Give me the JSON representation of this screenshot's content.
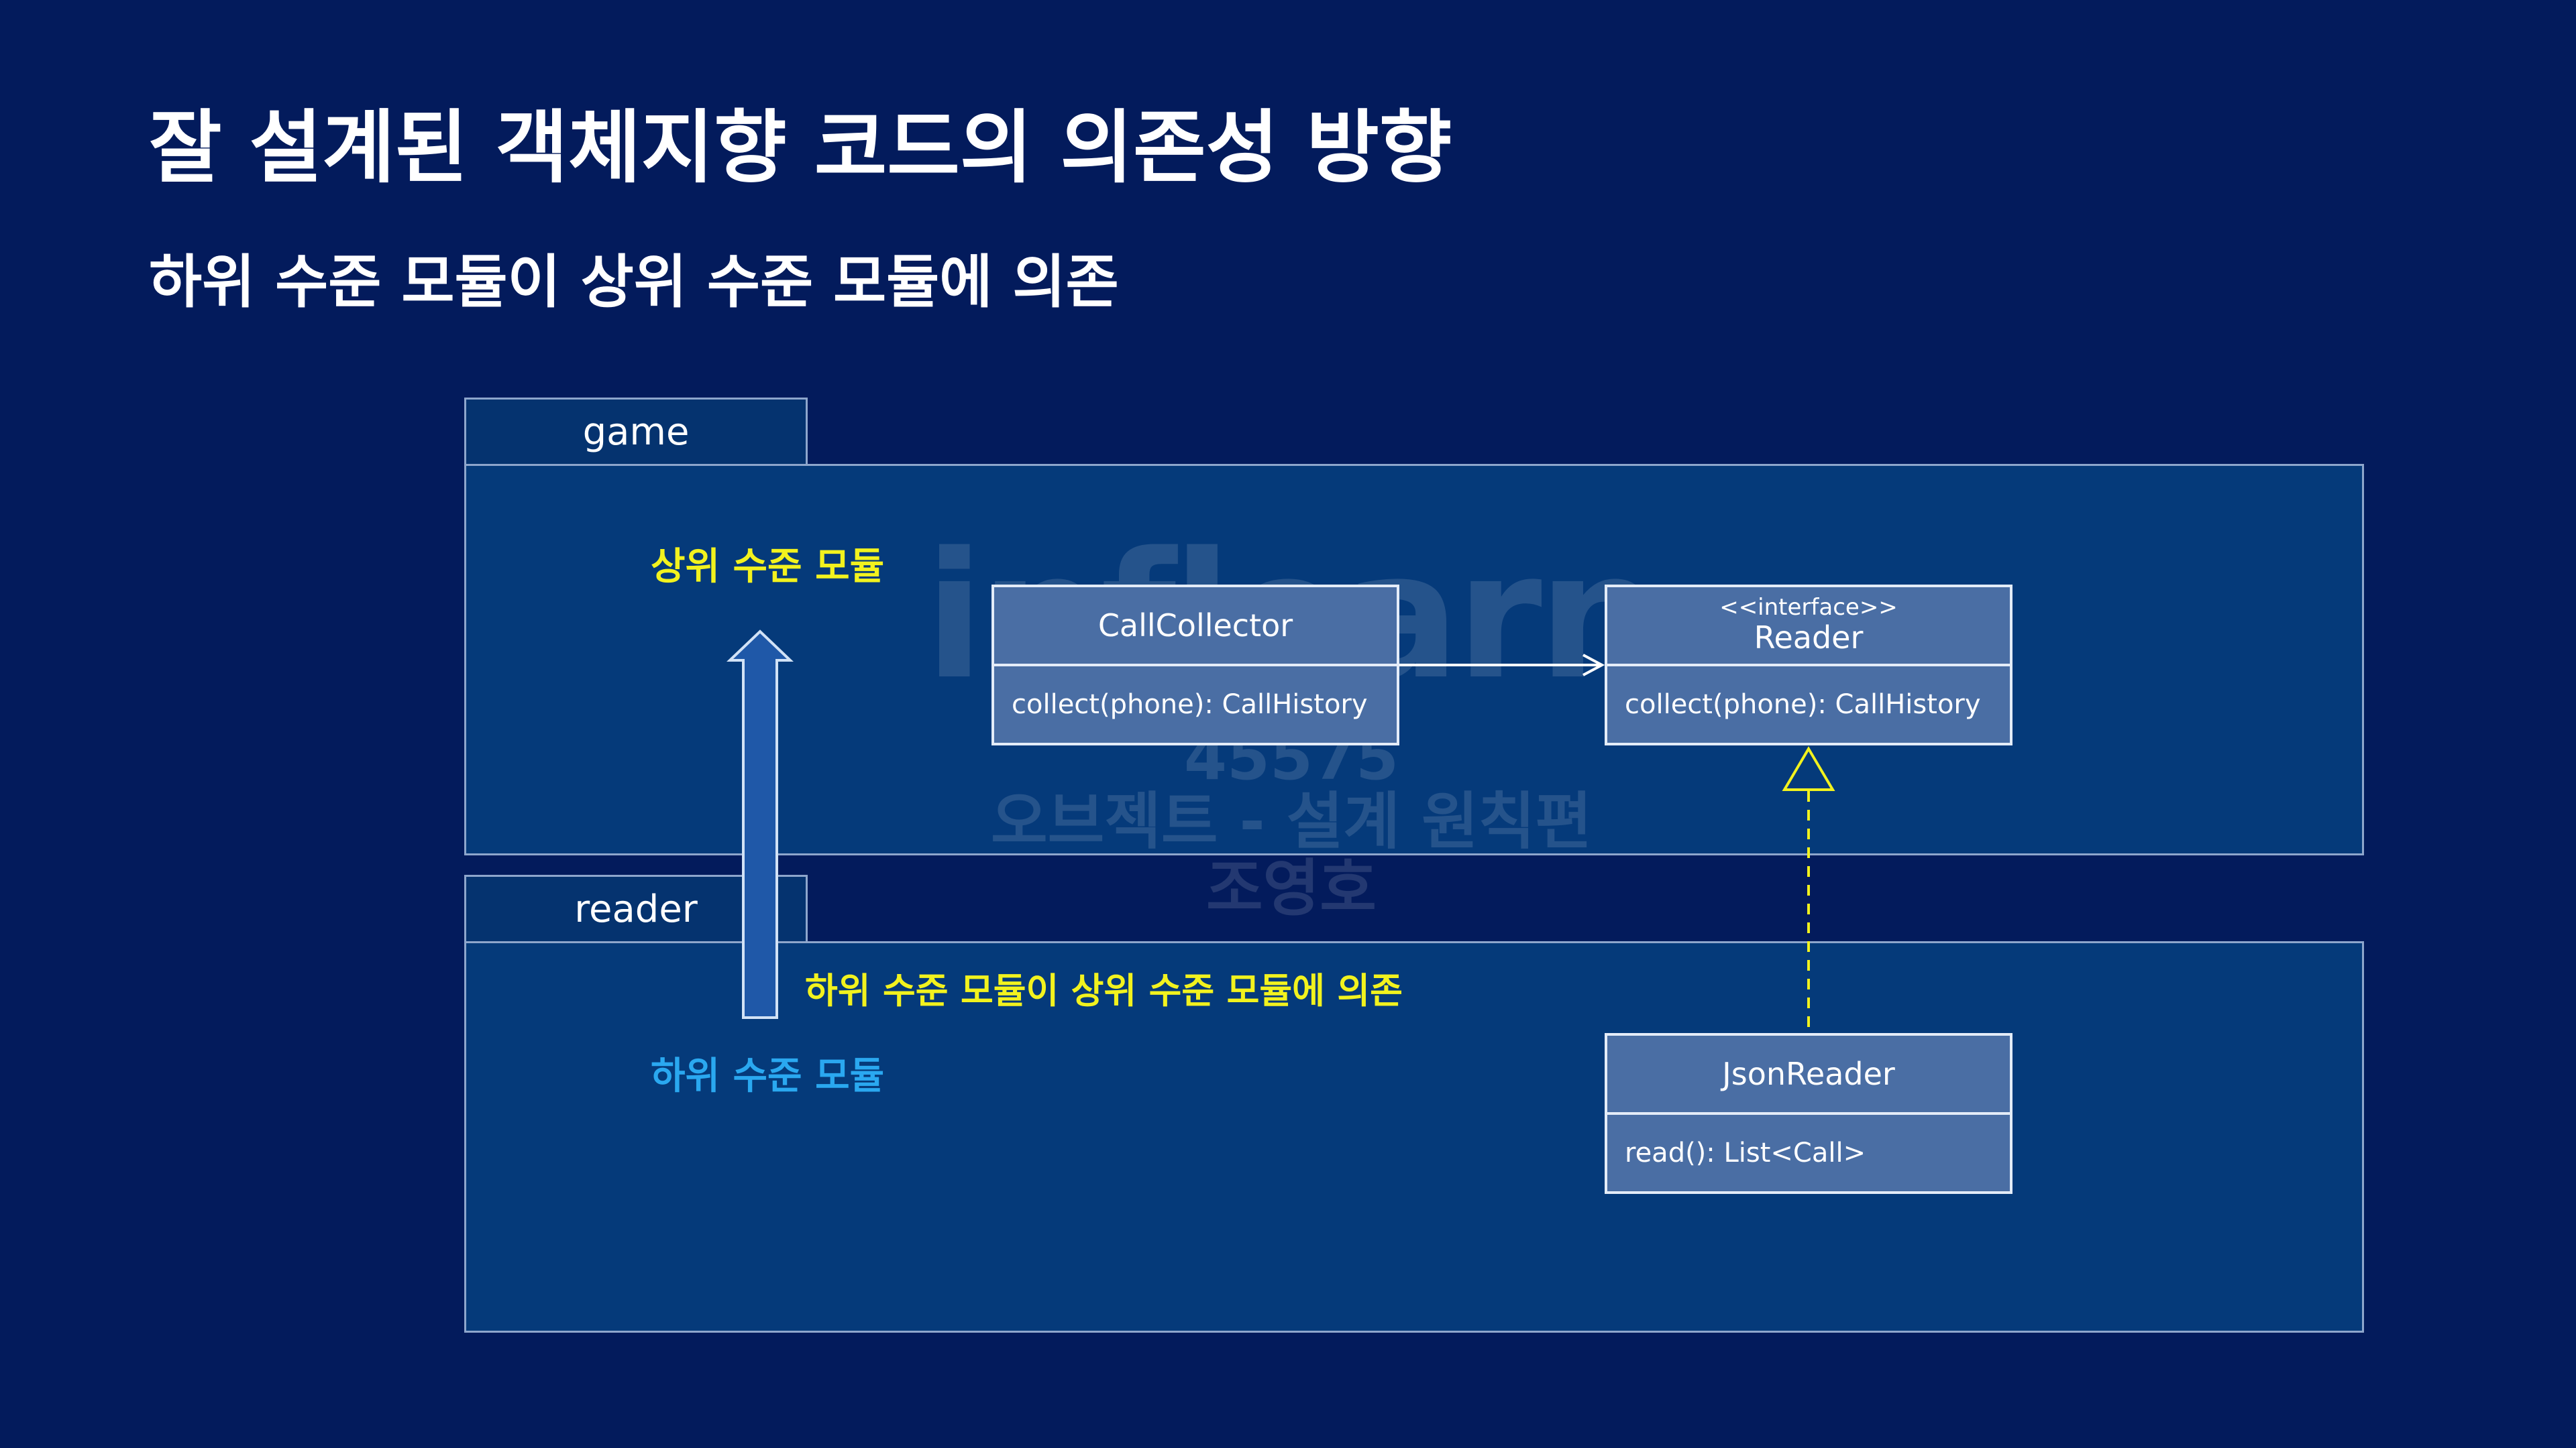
{
  "slide": {
    "title": "잘 설계된 객체지향 코드의 의존성 방향",
    "subtitle": "하위 수준 모듈이 상위 수준 모듈에 의존"
  },
  "packages": {
    "game": {
      "name": "game"
    },
    "reader": {
      "name": "reader"
    }
  },
  "labels": {
    "high_level": "상위 수준 모듈",
    "low_level": "하위 수준 모듈",
    "dependency_note": "하위 수준 모듈이 상위 수준 모듈에 의존"
  },
  "classes": {
    "call_collector": {
      "name": "CallCollector",
      "method": "collect(phone): CallHistory"
    },
    "reader": {
      "stereotype": "<<interface>>",
      "name": "Reader",
      "method": "collect(phone): CallHistory"
    },
    "json_reader": {
      "name": "JsonReader",
      "method": "read(): List<Call>"
    }
  },
  "watermark": {
    "logo": "inflearn",
    "code": "45575",
    "course": "오브젝트 - 설계 원칙편",
    "author": "조영호"
  },
  "colors": {
    "background": "#031b5c",
    "package": "#053a7a",
    "class_box": "#4a6ea4",
    "highlight_yellow": "#f2f21e",
    "highlight_blue": "#2aa8f0"
  }
}
